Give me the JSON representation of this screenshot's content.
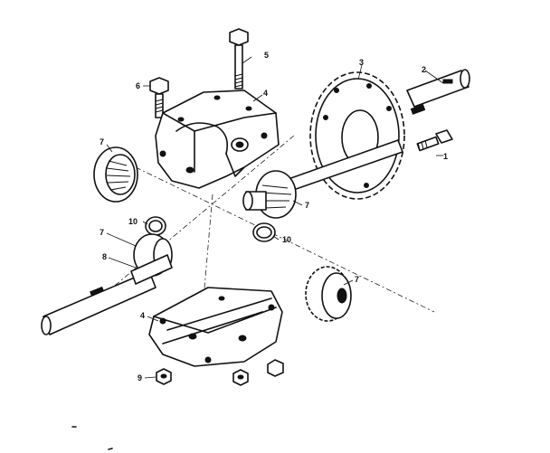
{
  "callouts": {
    "c1": "1",
    "c2": "2",
    "c3": "3",
    "c4_upper": "4",
    "c4_lower": "4",
    "c5": "5",
    "c6": "6",
    "c7_upper_left": "7",
    "c7_upper_right": "7",
    "c7_lower_left": "7",
    "c7_lower_right": "7",
    "c8": "8",
    "c9": "9",
    "c10_upper": "10",
    "c10_lower": "10"
  },
  "colors": {
    "ink": "#111111",
    "paper": "#ffffff"
  }
}
